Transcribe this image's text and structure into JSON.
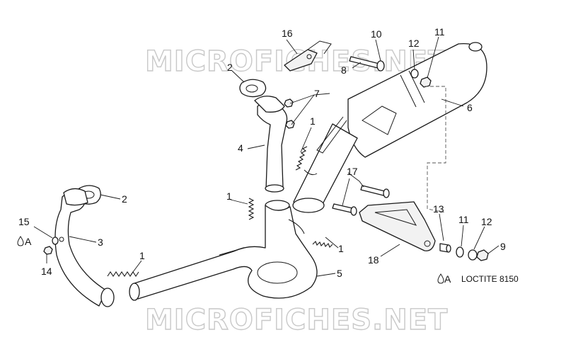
{
  "watermark": {
    "top": "MICROFICHES.NET",
    "bottom": "MICROFICHES.NET"
  },
  "callouts": {
    "c16": "16",
    "c10": "10",
    "c11_top": "11",
    "c12_top": "12",
    "c8": "8",
    "c2_top": "2",
    "c7": "7",
    "c6": "6",
    "c1_mid": "1",
    "c4": "4",
    "c17": "17",
    "c1_left": "1",
    "c2_left": "2",
    "c15": "15",
    "c3": "3",
    "c14": "14",
    "c1_right": "1",
    "c13": "13",
    "c11_bot": "11",
    "c12_bot": "12",
    "c9": "9",
    "c18": "18",
    "c1_bottom": "1",
    "c5": "5"
  },
  "markers": {
    "a_left": "A",
    "a_legend": "A"
  },
  "legend": {
    "text": "LOCTITE 8150"
  }
}
